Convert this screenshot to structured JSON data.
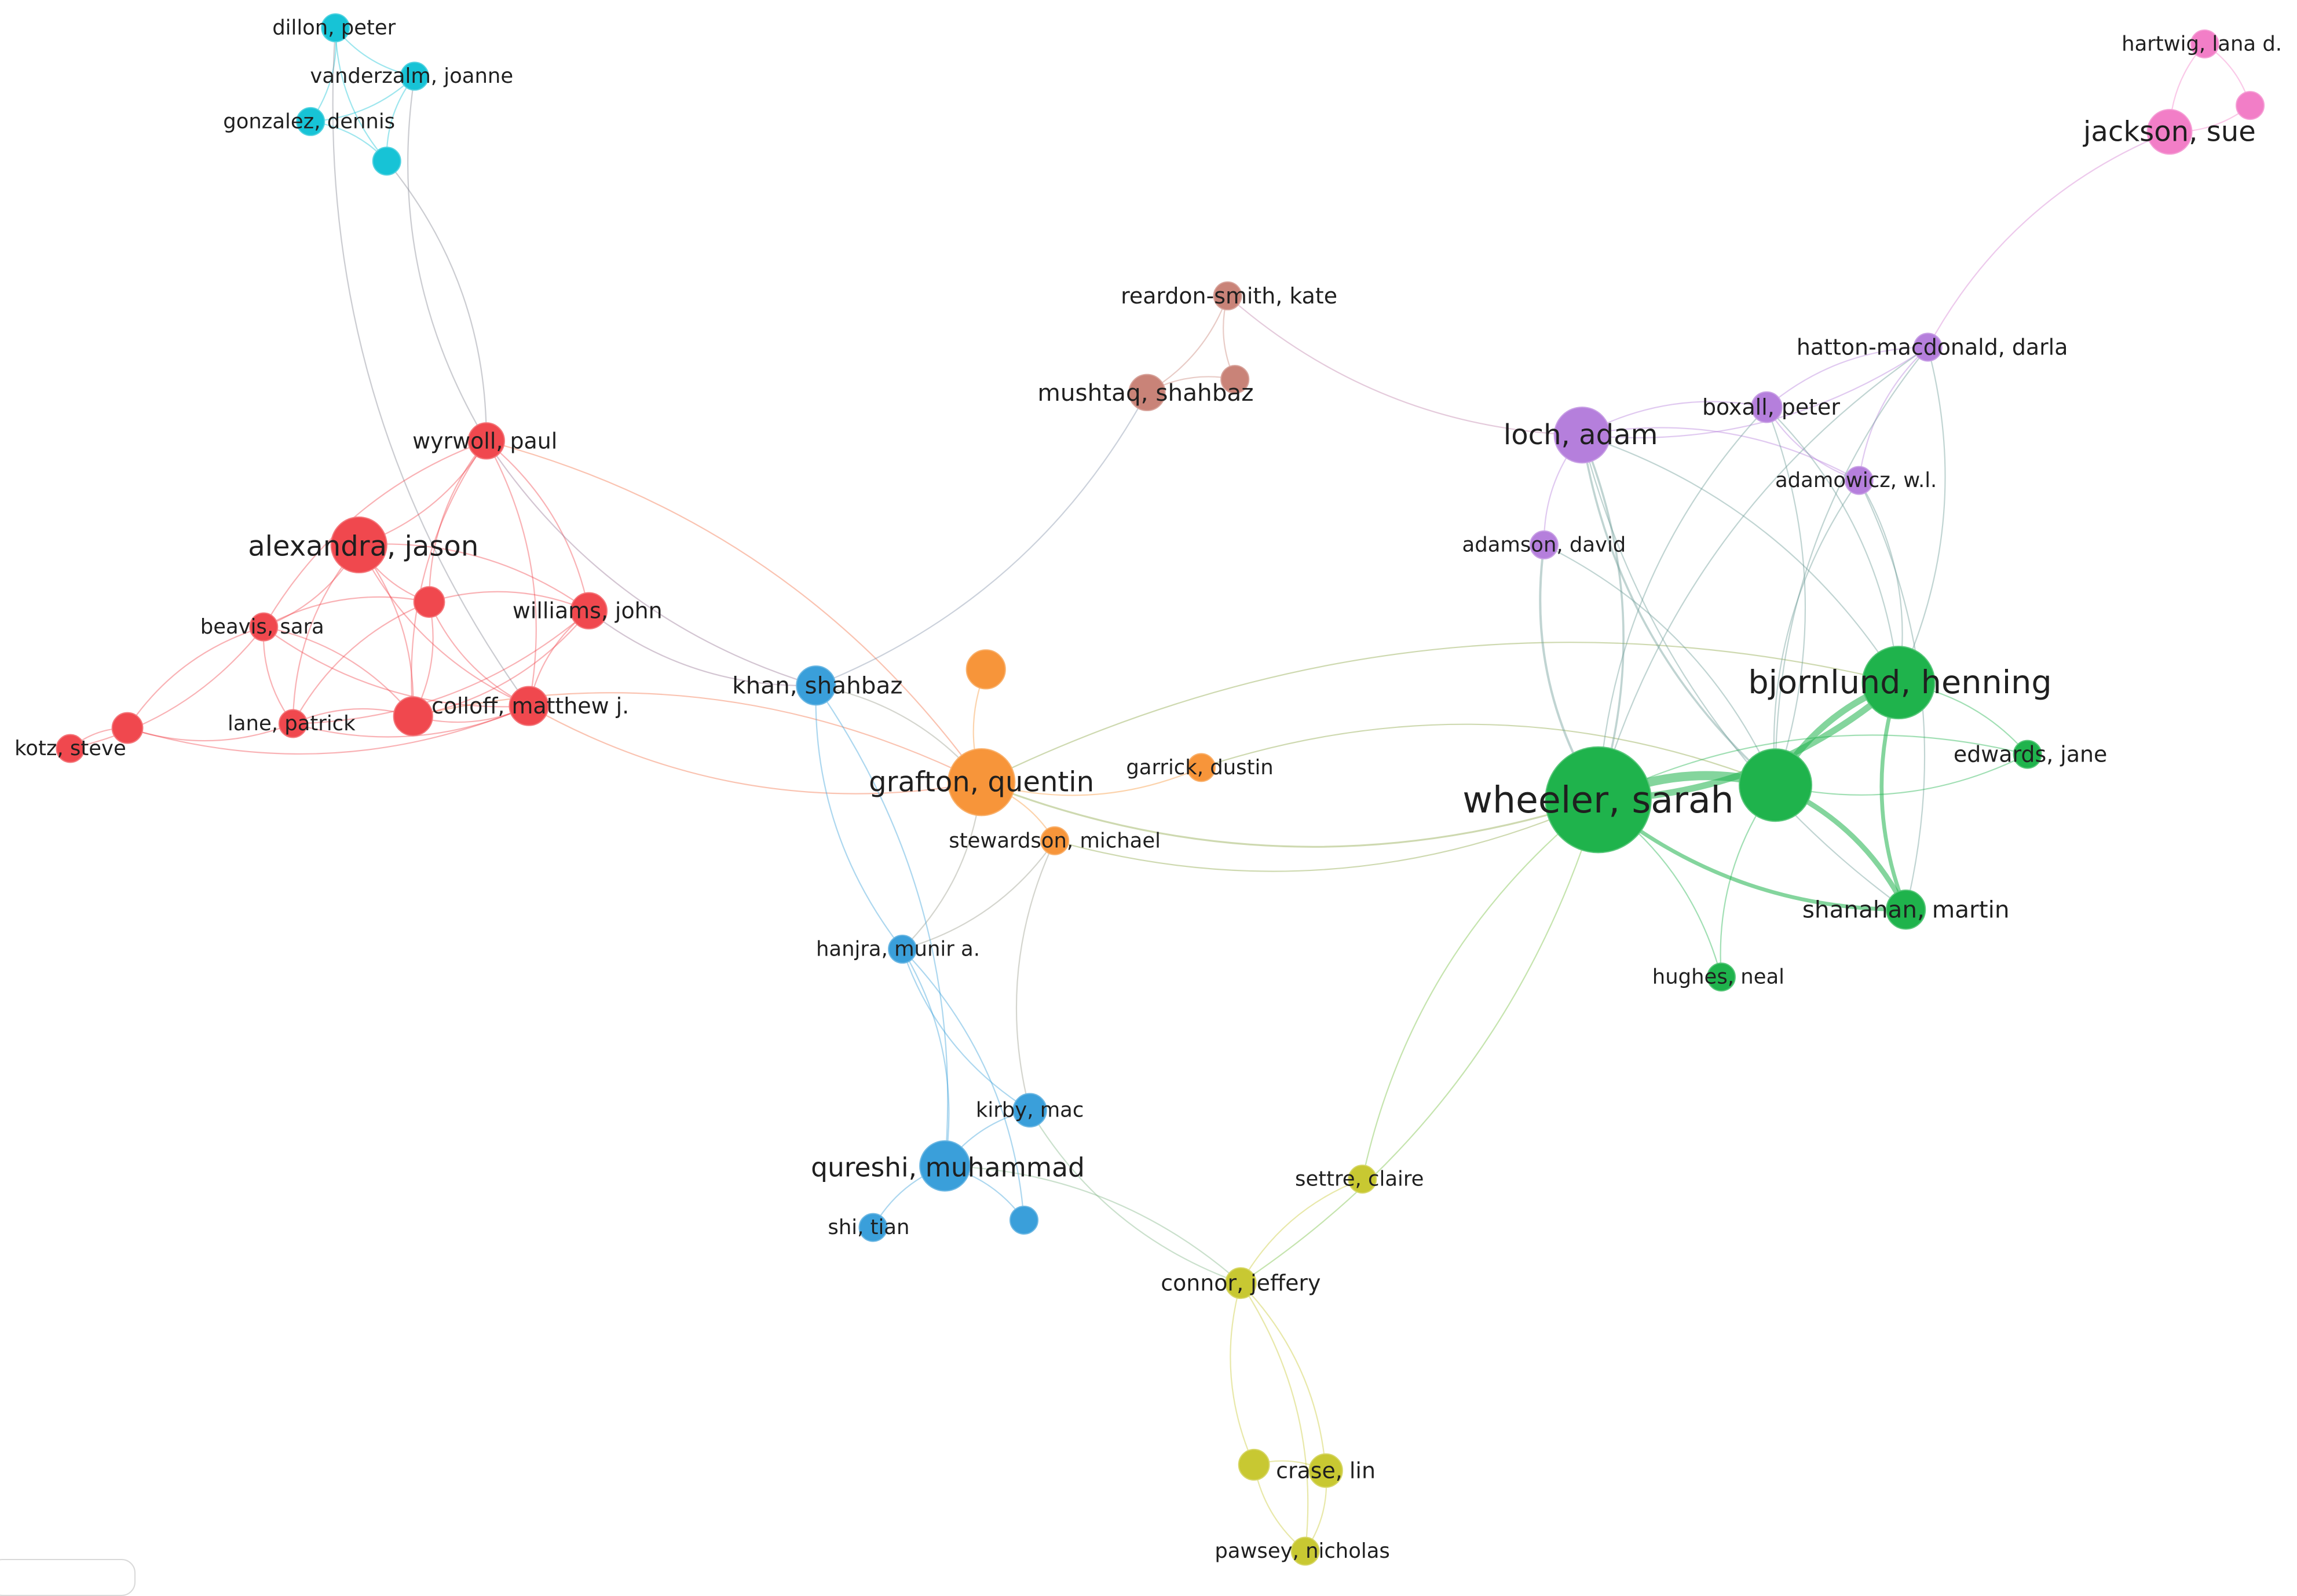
{
  "graph": {
    "clusters": {
      "cyan": "#17c3d6",
      "red": "#f0484e",
      "orange": "#f7953a",
      "blue": "#3a9fda",
      "brown": "#c98378",
      "purple": "#b57fdc",
      "pink": "#f27ec7",
      "green": "#1fb34c",
      "yellow": "#c8c832"
    },
    "nodes": [
      {
        "id": "dillon",
        "label": "dillon, peter",
        "cluster": "cyan",
        "weight": 1
      },
      {
        "id": "vanderzalm",
        "label": "vanderzalm, joanne",
        "cluster": "cyan",
        "weight": 1
      },
      {
        "id": "gonzalez",
        "label": "gonzalez, dennis",
        "cluster": "cyan",
        "weight": 1
      },
      {
        "id": "cyan4",
        "label": "",
        "cluster": "cyan",
        "weight": 1
      },
      {
        "id": "wyrwoll",
        "label": "wyrwoll, paul",
        "cluster": "red",
        "weight": 1.3
      },
      {
        "id": "alexandra",
        "label": "alexandra, jason",
        "cluster": "red",
        "weight": 2
      },
      {
        "id": "beavis",
        "label": "beavis, sara",
        "cluster": "red",
        "weight": 1
      },
      {
        "id": "red4",
        "label": "",
        "cluster": "red",
        "weight": 1.1
      },
      {
        "id": "williams",
        "label": "williams, john",
        "cluster": "red",
        "weight": 1.3
      },
      {
        "id": "lane",
        "label": "lane, patrick",
        "cluster": "red",
        "weight": 1
      },
      {
        "id": "colloff",
        "label": "colloff, matthew j.",
        "cluster": "red",
        "weight": 1.4
      },
      {
        "id": "red8",
        "label": "",
        "cluster": "red",
        "weight": 1.4
      },
      {
        "id": "kotz",
        "label": "kotz, steve",
        "cluster": "red",
        "weight": 1
      },
      {
        "id": "red10",
        "label": "",
        "cluster": "red",
        "weight": 1.1
      },
      {
        "id": "grafton",
        "label": "grafton, quentin",
        "cluster": "orange",
        "weight": 2.4
      },
      {
        "id": "orange2",
        "label": "",
        "cluster": "orange",
        "weight": 1.4
      },
      {
        "id": "garrick",
        "label": "garrick, dustin",
        "cluster": "orange",
        "weight": 1
      },
      {
        "id": "stewardson",
        "label": "stewardson, michael",
        "cluster": "orange",
        "weight": 1
      },
      {
        "id": "khan",
        "label": "khan, shahbaz",
        "cluster": "blue",
        "weight": 1.4
      },
      {
        "id": "hanjra",
        "label": "hanjra, munir a.",
        "cluster": "blue",
        "weight": 1
      },
      {
        "id": "kirby",
        "label": "kirby, mac",
        "cluster": "blue",
        "weight": 1.2
      },
      {
        "id": "qureshi",
        "label": "qureshi, muhammad",
        "cluster": "blue",
        "weight": 1.8
      },
      {
        "id": "blue5",
        "label": "",
        "cluster": "blue",
        "weight": 1
      },
      {
        "id": "shi",
        "label": "shi, tian",
        "cluster": "blue",
        "weight": 1
      },
      {
        "id": "reardon",
        "label": "reardon-smith, kate",
        "cluster": "brown",
        "weight": 1
      },
      {
        "id": "mushtaq",
        "label": "mushtaq, shahbaz",
        "cluster": "brown",
        "weight": 1.3
      },
      {
        "id": "brown3",
        "label": "",
        "cluster": "brown",
        "weight": 1
      },
      {
        "id": "loch",
        "label": "loch, adam",
        "cluster": "purple",
        "weight": 2
      },
      {
        "id": "boxall",
        "label": "boxall, peter",
        "cluster": "purple",
        "weight": 1.1
      },
      {
        "id": "hatton",
        "label": "hatton-macdonald, darla",
        "cluster": "purple",
        "weight": 1
      },
      {
        "id": "adamowicz",
        "label": "adamowicz, w.l.",
        "cluster": "purple",
        "weight": 1
      },
      {
        "id": "adamson",
        "label": "adamson, david",
        "cluster": "purple",
        "weight": 1
      },
      {
        "id": "hartwig",
        "label": "hartwig, lana d.",
        "cluster": "pink",
        "weight": 1
      },
      {
        "id": "jackson",
        "label": "jackson, sue",
        "cluster": "pink",
        "weight": 1.6
      },
      {
        "id": "pink3",
        "label": "",
        "cluster": "pink",
        "weight": 1
      },
      {
        "id": "wheeler",
        "label": "wheeler, sarah",
        "cluster": "green",
        "weight": 3.8
      },
      {
        "id": "green2",
        "label": "",
        "cluster": "green",
        "weight": 2.6
      },
      {
        "id": "bjornlund",
        "label": "bjornlund, henning",
        "cluster": "green",
        "weight": 2.6
      },
      {
        "id": "edwards",
        "label": "edwards, jane",
        "cluster": "green",
        "weight": 1
      },
      {
        "id": "shanahan",
        "label": "shanahan, martin",
        "cluster": "green",
        "weight": 1.4
      },
      {
        "id": "hughes",
        "label": "hughes, neal",
        "cluster": "green",
        "weight": 1
      },
      {
        "id": "settre",
        "label": "settre, claire",
        "cluster": "yellow",
        "weight": 1
      },
      {
        "id": "connor",
        "label": "connor, jeffery",
        "cluster": "yellow",
        "weight": 1.1
      },
      {
        "id": "crase",
        "label": "crase, lin",
        "cluster": "yellow",
        "weight": 1.2
      },
      {
        "id": "yellow4",
        "label": "",
        "cluster": "yellow",
        "weight": 1.1
      },
      {
        "id": "pawsey",
        "label": "pawsey, nicholas",
        "cluster": "yellow",
        "weight": 1
      }
    ],
    "edges": [
      [
        "dillon",
        "vanderzalm",
        1
      ],
      [
        "dillon",
        "gonzalez",
        1
      ],
      [
        "dillon",
        "cyan4",
        1
      ],
      [
        "vanderzalm",
        "gonzalez",
        1
      ],
      [
        "vanderzalm",
        "cyan4",
        1
      ],
      [
        "gonzalez",
        "cyan4",
        1
      ],
      [
        "vanderzalm",
        "wyrwoll",
        1
      ],
      [
        "cyan4",
        "wyrwoll",
        1
      ],
      [
        "dillon",
        "red8",
        1
      ],
      [
        "wyrwoll",
        "alexandra",
        1
      ],
      [
        "wyrwoll",
        "red4",
        1
      ],
      [
        "wyrwoll",
        "williams",
        1
      ],
      [
        "wyrwoll",
        "colloff",
        1
      ],
      [
        "wyrwoll",
        "red8",
        1
      ],
      [
        "wyrwoll",
        "beavis",
        1
      ],
      [
        "wyrwoll",
        "grafton",
        1
      ],
      [
        "wyrwoll",
        "khan",
        1
      ],
      [
        "alexandra",
        "beavis",
        1
      ],
      [
        "alexandra",
        "red4",
        1
      ],
      [
        "alexandra",
        "williams",
        1
      ],
      [
        "alexandra",
        "lane",
        1
      ],
      [
        "alexandra",
        "colloff",
        1
      ],
      [
        "alexandra",
        "red8",
        1
      ],
      [
        "beavis",
        "red4",
        1
      ],
      [
        "beavis",
        "lane",
        1
      ],
      [
        "beavis",
        "colloff",
        1
      ],
      [
        "beavis",
        "red8",
        1
      ],
      [
        "beavis",
        "kotz",
        1
      ],
      [
        "beavis",
        "red10",
        1
      ],
      [
        "red4",
        "williams",
        1
      ],
      [
        "red4",
        "lane",
        1
      ],
      [
        "red4",
        "colloff",
        1
      ],
      [
        "red4",
        "red8",
        1
      ],
      [
        "williams",
        "colloff",
        1
      ],
      [
        "williams",
        "red8",
        1
      ],
      [
        "williams",
        "lane",
        1
      ],
      [
        "williams",
        "khan",
        1
      ],
      [
        "lane",
        "colloff",
        1
      ],
      [
        "lane",
        "red8",
        1
      ],
      [
        "lane",
        "red10",
        1
      ],
      [
        "colloff",
        "red8",
        1
      ],
      [
        "kotz",
        "red10",
        1
      ],
      [
        "red10",
        "red8",
        1
      ],
      [
        "colloff",
        "grafton",
        1
      ],
      [
        "red8",
        "grafton",
        1
      ],
      [
        "grafton",
        "orange2",
        1
      ],
      [
        "grafton",
        "garrick",
        1
      ],
      [
        "grafton",
        "stewardson",
        1
      ],
      [
        "grafton",
        "khan",
        1
      ],
      [
        "grafton",
        "hanjra",
        1
      ],
      [
        "grafton",
        "wheeler",
        1.2
      ],
      [
        "grafton",
        "bjornlund",
        1
      ],
      [
        "stewardson",
        "wheeler",
        1
      ],
      [
        "garrick",
        "green2",
        1
      ],
      [
        "stewardson",
        "kirby",
        1
      ],
      [
        "stewardson",
        "hanjra",
        1
      ],
      [
        "khan",
        "mushtaq",
        1
      ],
      [
        "khan",
        "qureshi",
        1
      ],
      [
        "khan",
        "hanjra",
        1
      ],
      [
        "hanjra",
        "qureshi",
        1
      ],
      [
        "hanjra",
        "kirby",
        1
      ],
      [
        "hanjra",
        "blue5",
        1
      ],
      [
        "kirby",
        "qureshi",
        1
      ],
      [
        "qureshi",
        "blue5",
        1
      ],
      [
        "qureshi",
        "shi",
        1
      ],
      [
        "qureshi",
        "connor",
        1
      ],
      [
        "kirby",
        "connor",
        1
      ],
      [
        "reardon",
        "mushtaq",
        1
      ],
      [
        "reardon",
        "brown3",
        1
      ],
      [
        "mushtaq",
        "brown3",
        1
      ],
      [
        "reardon",
        "loch",
        1
      ],
      [
        "loch",
        "boxall",
        1
      ],
      [
        "loch",
        "hatton",
        1
      ],
      [
        "loch",
        "adamowicz",
        1
      ],
      [
        "loch",
        "adamson",
        1
      ],
      [
        "loch",
        "wheeler",
        1.3
      ],
      [
        "loch",
        "green2",
        1.3
      ],
      [
        "loch",
        "bjornlund",
        1
      ],
      [
        "loch",
        "shanahan",
        1
      ],
      [
        "boxall",
        "hatton",
        1
      ],
      [
        "boxall",
        "adamowicz",
        1
      ],
      [
        "boxall",
        "bjornlund",
        1
      ],
      [
        "boxall",
        "wheeler",
        1
      ],
      [
        "boxall",
        "green2",
        1
      ],
      [
        "hatton",
        "adamowicz",
        1
      ],
      [
        "hatton",
        "bjornlund",
        1
      ],
      [
        "hatton",
        "wheeler",
        1
      ],
      [
        "hatton",
        "jackson",
        1
      ],
      [
        "hatton",
        "green2",
        1
      ],
      [
        "adamowicz",
        "bjornlund",
        1
      ],
      [
        "adamowicz",
        "green2",
        1
      ],
      [
        "adamowicz",
        "shanahan",
        1
      ],
      [
        "adamson",
        "wheeler",
        1.4
      ],
      [
        "adamson",
        "green2",
        1
      ],
      [
        "hartwig",
        "jackson",
        1
      ],
      [
        "hartwig",
        "pink3",
        1
      ],
      [
        "jackson",
        "pink3",
        1
      ],
      [
        "wheeler",
        "green2",
        4
      ],
      [
        "wheeler",
        "bjornlund",
        3
      ],
      [
        "green2",
        "bjornlund",
        3
      ],
      [
        "wheeler",
        "shanahan",
        2
      ],
      [
        "green2",
        "shanahan",
        2.5
      ],
      [
        "bjornlund",
        "shanahan",
        2
      ],
      [
        "wheeler",
        "edwards",
        1
      ],
      [
        "green2",
        "edwards",
        1
      ],
      [
        "bjornlund",
        "edwards",
        1
      ],
      [
        "green2",
        "hughes",
        1
      ],
      [
        "wheeler",
        "hughes",
        1
      ],
      [
        "wheeler",
        "settre",
        1
      ],
      [
        "wheeler",
        "connor",
        1
      ],
      [
        "settre",
        "connor",
        1
      ],
      [
        "connor",
        "crase",
        1
      ],
      [
        "connor",
        "yellow4",
        1
      ],
      [
        "connor",
        "pawsey",
        1
      ],
      [
        "crase",
        "yellow4",
        1
      ],
      [
        "crase",
        "pawsey",
        1
      ],
      [
        "yellow4",
        "pawsey",
        1
      ]
    ]
  }
}
